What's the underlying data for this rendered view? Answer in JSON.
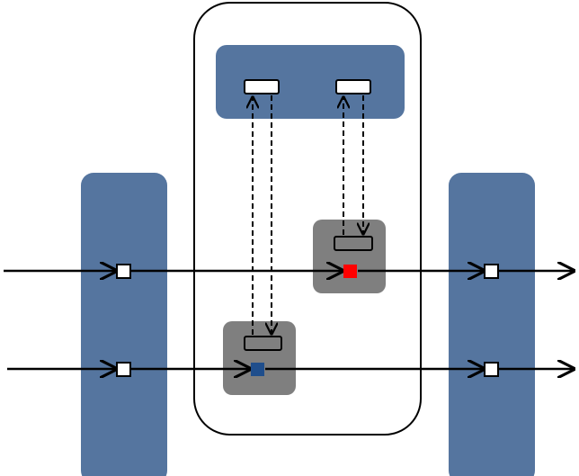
{
  "colors": {
    "background": "#ffffff",
    "steel_blue": "#55759f",
    "gray_box": "#7f7f7f",
    "line": "#000000",
    "port_fill": "#ffffff",
    "red_port": "#ff0000",
    "navy_port": "#1f4e8c"
  },
  "diagram": {
    "type": "block-flow-diagram",
    "text_labels": [],
    "components": [
      {
        "id": "left-column",
        "shape": "rounded-rect",
        "color": "steel_blue"
      },
      {
        "id": "right-column",
        "shape": "rounded-rect",
        "color": "steel_blue"
      },
      {
        "id": "central-container",
        "shape": "rounded-rect",
        "fill": "none",
        "stroke": "line"
      },
      {
        "id": "top-panel",
        "shape": "rounded-rect",
        "color": "steel_blue",
        "ports": 2
      },
      {
        "id": "upper-gray-box",
        "shape": "rounded-rect",
        "color": "gray_box",
        "marker": "red_port"
      },
      {
        "id": "lower-gray-box",
        "shape": "rounded-rect",
        "color": "gray_box",
        "marker": "navy_port"
      }
    ],
    "connections": [
      {
        "id": "upper-flow",
        "style": "solid",
        "direction": "left-to-right"
      },
      {
        "id": "lower-flow",
        "style": "solid",
        "direction": "left-to-right"
      },
      {
        "id": "dashed-link-left",
        "style": "dashed",
        "direction": "bidirectional"
      },
      {
        "id": "dashed-link-right",
        "style": "dashed",
        "direction": "bidirectional"
      }
    ]
  }
}
